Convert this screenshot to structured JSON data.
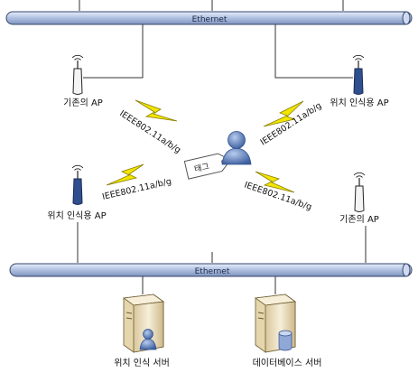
{
  "buses": {
    "top_label": "Ethernet",
    "bottom_label": "Ethernet"
  },
  "access_points": {
    "legacy_top_left": "기존의 AP",
    "location_top_right": "위치 인식용 AP",
    "location_bottom_left": "위치 인식용 AP",
    "legacy_bottom_right": "기존의 AP"
  },
  "wireless": {
    "standard_top_left": "IEEE802.11a/b/g",
    "standard_top_right": "IEEE802.11a/b/g",
    "standard_bottom_left": "IEEE802.11a/b/g",
    "standard_bottom_right": "IEEE802.11a/b/g"
  },
  "tag": {
    "label": "태그"
  },
  "servers": {
    "location_server": "위치 인식 서버",
    "database_server": "데이터베이스 서버"
  },
  "colors": {
    "bus_fill": "#b9c9e6",
    "bus_stroke": "#35466e",
    "lightning": "#f2e600",
    "location_ap": "#2f4f8f",
    "legacy_ap": "#f4f4f4",
    "person": "#5577b3",
    "server_body": "#efe3c4"
  }
}
